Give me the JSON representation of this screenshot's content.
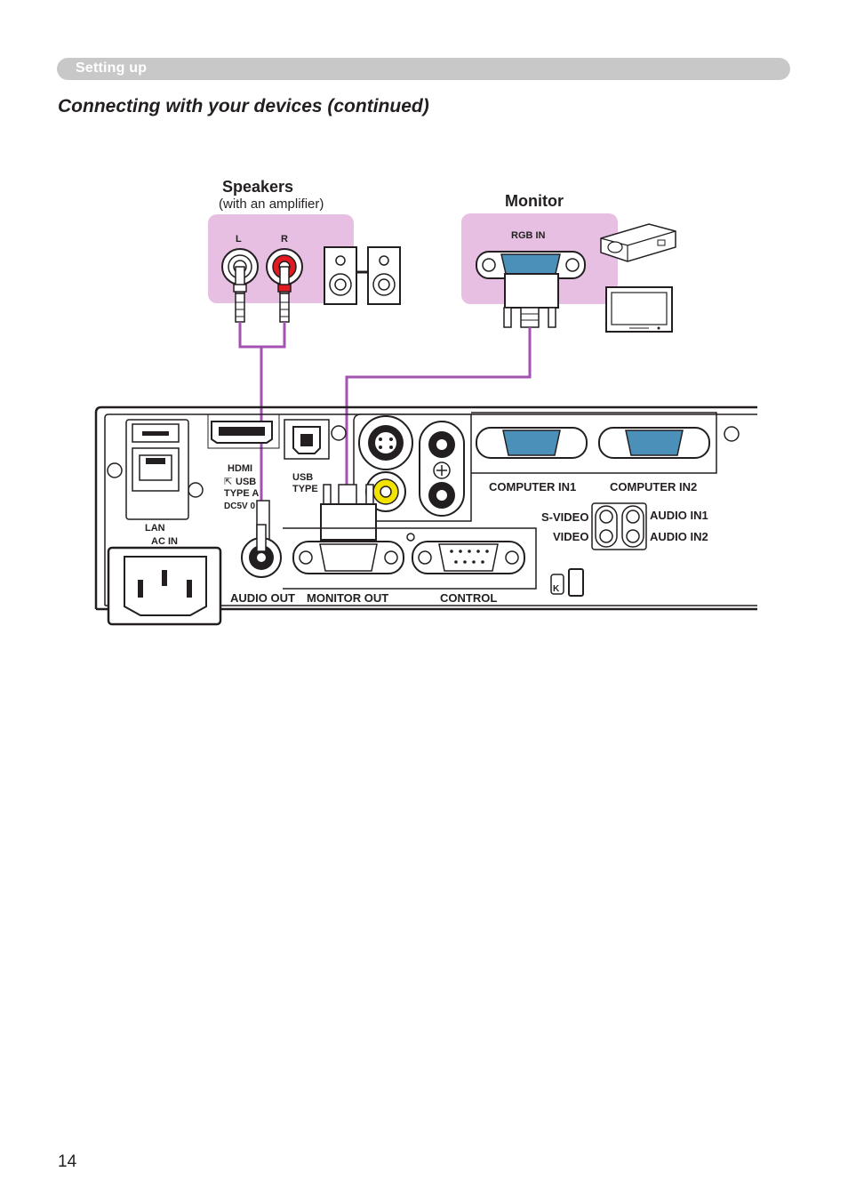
{
  "header": {
    "section_label": "Setting up"
  },
  "title": "Connecting with your devices (continued)",
  "devices": {
    "speakers_title": "Speakers",
    "speakers_note": "(with an amplifier)",
    "speaker_left": "L",
    "speaker_right": "R",
    "monitor_title": "Monitor",
    "monitor_port": "RGB IN"
  },
  "ports": {
    "hdmi": "HDMI",
    "usb_type_a": "USB",
    "usb_type_a_2": "TYPE A",
    "usb_power": "DC5V 0",
    "usb_type_b": "USB",
    "usb_type_b_2": "TYPE",
    "lan": "LAN",
    "ac_in": "AC IN",
    "computer_in1": "COMPUTER IN1",
    "computer_in2": "COMPUTER IN2",
    "s_video": "S-VIDEO",
    "video": "VIDEO",
    "audio_in1": "AUDIO IN1",
    "audio_in2": "AUDIO IN2",
    "audio_out": "AUDIO OUT",
    "monitor_out": "MONITOR OUT",
    "control": "CONTROL"
  },
  "colors": {
    "cable": "#a452b2",
    "device_panel": "#e7bfe3",
    "port_blue": "#4a90b8",
    "section_bar": "#c8c8c8"
  },
  "footer": {
    "page_number": "14"
  }
}
